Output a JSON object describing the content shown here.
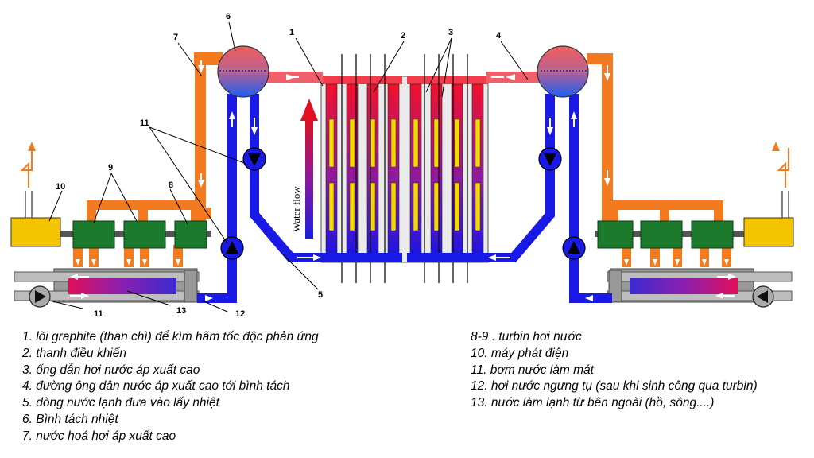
{
  "callouts": [
    "1",
    "2",
    "3",
    "4",
    "5",
    "6",
    "7",
    "8",
    "9",
    "10",
    "11",
    "11",
    "12",
    "13"
  ],
  "core_label": "Water flow",
  "legend_left": [
    "1. lõi graphite (than chì) để kìm hãm tốc độc phản ứng",
    "2. thanh điều khiển",
    "3. ống dẫn hơi nước áp xuất cao",
    "4. đường ông dân nước áp xuất cao tới bình tách",
    "5. dòng nước lạnh đưa vào lấy nhiệt",
    "6. Bình tách nhiệt",
    "7. nước hoá hơi áp xuất cao"
  ],
  "legend_right": [
    "8-9 . turbin hơi nước",
    "10. máy phát điện",
    "11. bơm nước làm mát",
    "12. hơi nước ngưng tụ (sau khi sinh công qua turbin)",
    "13. nước làm lạnh từ bên ngoài (hồ, sông....)"
  ],
  "colors": {
    "steam_pipe": "#f47a20",
    "water_pipe": "#1a1ae6",
    "hot_pipe": "#f0606a",
    "turbin": "#1c7a2c",
    "generator": "#f5c400",
    "condenser": "#999999"
  }
}
